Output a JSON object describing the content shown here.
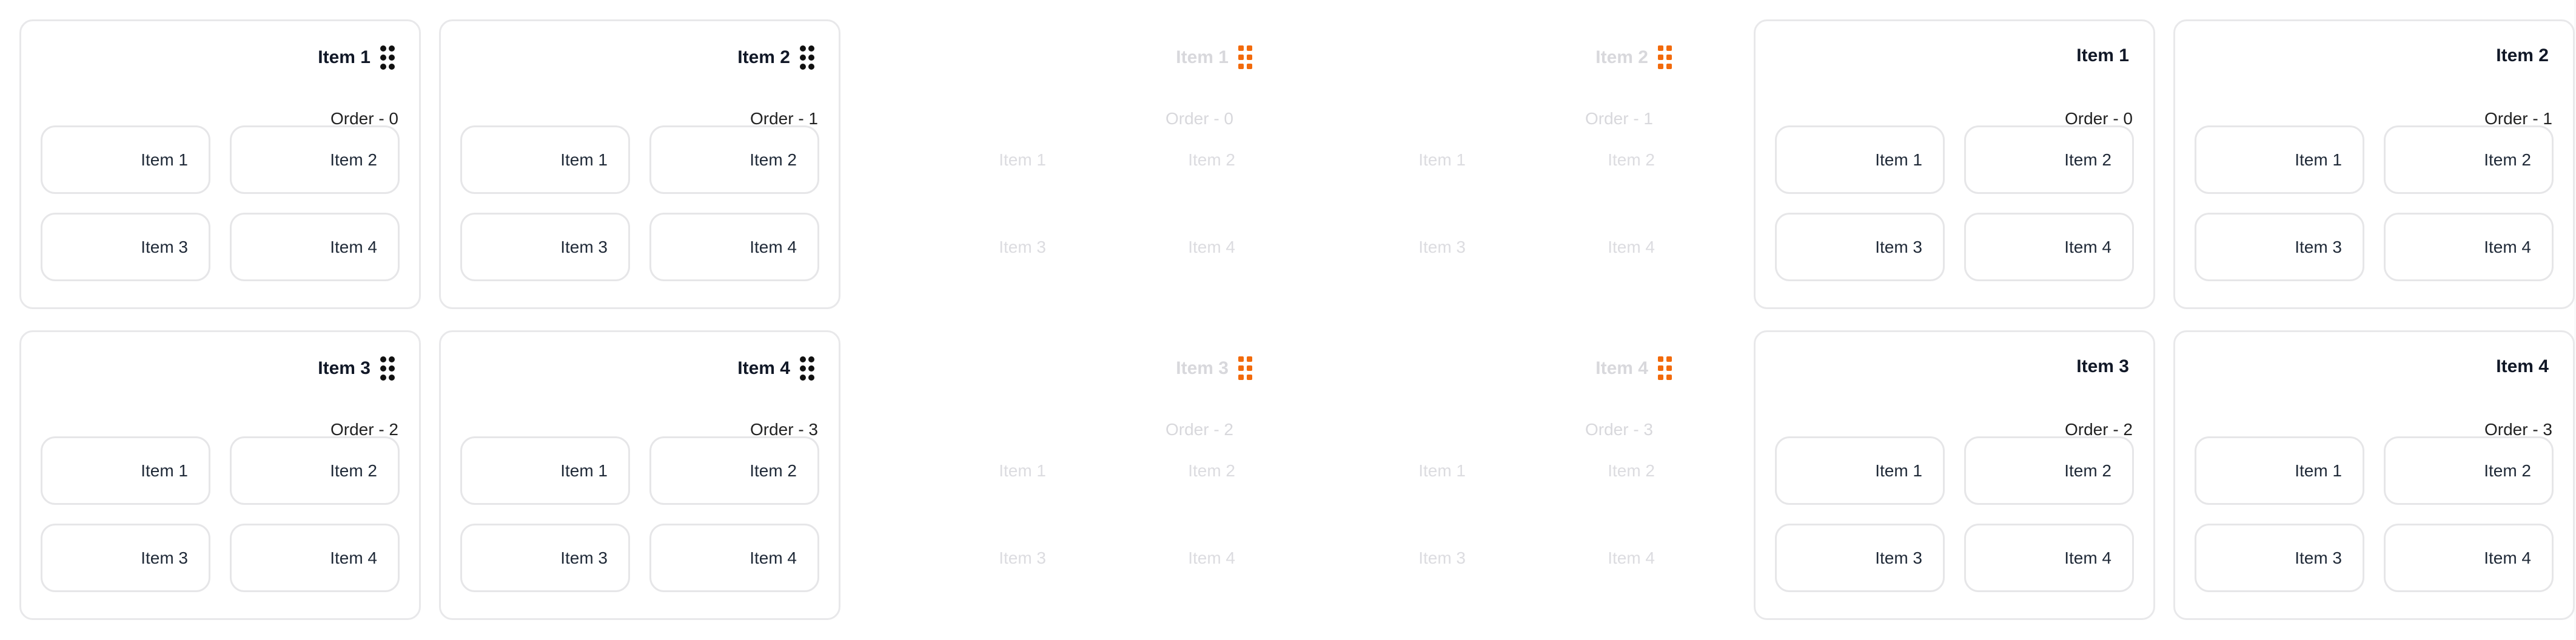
{
  "groups": [
    {
      "style": "grip",
      "cards": [
        {
          "title": "Item 1",
          "order": "Order - 0",
          "items": [
            "Item 1",
            "Item 2",
            "Item 3",
            "Item 4"
          ]
        },
        {
          "title": "Item 2",
          "order": "Order - 1",
          "items": [
            "Item 1",
            "Item 2",
            "Item 3",
            "Item 4"
          ]
        },
        {
          "title": "Item 3",
          "order": "Order - 2",
          "items": [
            "Item 1",
            "Item 2",
            "Item 3",
            "Item 4"
          ]
        },
        {
          "title": "Item 4",
          "order": "Order - 3",
          "items": [
            "Item 1",
            "Item 2",
            "Item 3",
            "Item 4"
          ]
        }
      ]
    },
    {
      "style": "faded",
      "cards": [
        {
          "title": "Item 1",
          "order": "Order - 0",
          "items": [
            "Item 1",
            "Item 2",
            "Item 3",
            "Item 4"
          ]
        },
        {
          "title": "Item 2",
          "order": "Order - 1",
          "items": [
            "Item 1",
            "Item 2",
            "Item 3",
            "Item 4"
          ]
        },
        {
          "title": "Item 3",
          "order": "Order - 2",
          "items": [
            "Item 1",
            "Item 2",
            "Item 3",
            "Item 4"
          ]
        },
        {
          "title": "Item 4",
          "order": "Order - 3",
          "items": [
            "Item 1",
            "Item 2",
            "Item 3",
            "Item 4"
          ]
        }
      ]
    },
    {
      "style": "plain",
      "cards": [
        {
          "title": "Item 1",
          "order": "Order - 0",
          "items": [
            "Item 1",
            "Item 2",
            "Item 3",
            "Item 4"
          ]
        },
        {
          "title": "Item 2",
          "order": "Order - 1",
          "items": [
            "Item 1",
            "Item 2",
            "Item 3",
            "Item 4"
          ]
        },
        {
          "title": "Item 3",
          "order": "Order - 2",
          "items": [
            "Item 1",
            "Item 2",
            "Item 3",
            "Item 4"
          ]
        },
        {
          "title": "Item 4",
          "order": "Order - 3",
          "items": [
            "Item 1",
            "Item 2",
            "Item 3",
            "Item 4"
          ]
        }
      ]
    }
  ],
  "colors": {
    "grip_dark": "#111111",
    "grip_active": "#f26a0b",
    "border": "#e8e8ea"
  }
}
